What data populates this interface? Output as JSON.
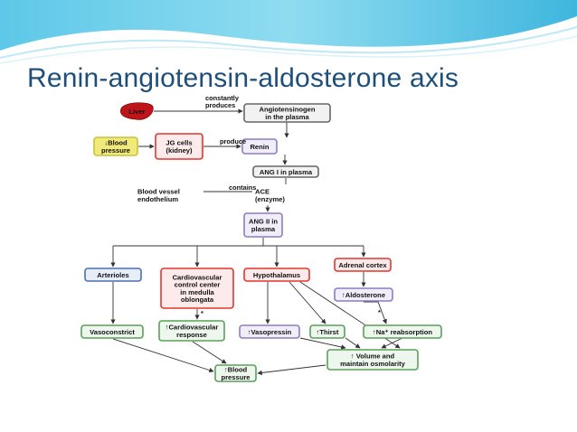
{
  "title": "Renin-angiotensin-aldosterone axis",
  "colors": {
    "title": "#1f4e79",
    "liver": "#c0141b",
    "red_node": "#e2362f",
    "purple_node": "#8f7cc3",
    "green_node": "#5aa05a",
    "blue_node": "#4a6fb3",
    "yellow_node": "#f0ea7a",
    "gray_node": "#666666"
  },
  "nodes": [
    {
      "id": "liver",
      "lines": [
        "Liver"
      ],
      "style": "liver"
    },
    {
      "id": "angiotensinogen",
      "lines": [
        "Angiotensinogen",
        "in the plasma"
      ],
      "style": "gray"
    },
    {
      "id": "blood-pressure-low",
      "lines": [
        "↓Blood",
        "pressure"
      ],
      "style": "yellow"
    },
    {
      "id": "jg-cells",
      "lines": [
        "JG cells",
        "(kidney)"
      ],
      "style": "red"
    },
    {
      "id": "renin",
      "lines": [
        "Renin"
      ],
      "style": "purple"
    },
    {
      "id": "ang-i",
      "lines": [
        "ANG I in plasma"
      ],
      "style": "gray"
    },
    {
      "id": "blood-vessel-endothelium",
      "lines": [
        "Blood vessel",
        "endothelium"
      ],
      "style": "plain"
    },
    {
      "id": "ace",
      "lines": [
        "ACE",
        "(enzyme)"
      ],
      "style": "plain"
    },
    {
      "id": "ang-ii",
      "lines": [
        "ANG II in",
        "plasma"
      ],
      "style": "purple"
    },
    {
      "id": "arterioles",
      "lines": [
        "Arterioles"
      ],
      "style": "blue"
    },
    {
      "id": "cardiovascular-control-center",
      "lines": [
        "Cardiovascular",
        "control center",
        "in medulla",
        "oblongata"
      ],
      "style": "red"
    },
    {
      "id": "hypothalamus",
      "lines": [
        "Hypothalamus"
      ],
      "style": "red"
    },
    {
      "id": "adrenal-cortex",
      "lines": [
        "Adrenal cortex"
      ],
      "style": "red"
    },
    {
      "id": "aldosterone",
      "lines": [
        "↑Aldosterone"
      ],
      "style": "purple"
    },
    {
      "id": "vasoconstrict",
      "lines": [
        "Vasoconstrict"
      ],
      "style": "green"
    },
    {
      "id": "cardiovascular-response",
      "lines": [
        "↑Cardiovascular",
        "response"
      ],
      "style": "green"
    },
    {
      "id": "vasopressin",
      "lines": [
        "↑Vasopressin"
      ],
      "style": "purple"
    },
    {
      "id": "thirst",
      "lines": [
        "↑Thirst"
      ],
      "style": "green"
    },
    {
      "id": "na-reabsorption",
      "lines": [
        "↑Na⁺ reabsorption"
      ],
      "style": "green"
    },
    {
      "id": "volume-osmolarity",
      "lines": [
        "↑ Volume and",
        "maintain osmolarity"
      ],
      "style": "green"
    },
    {
      "id": "blood-pressure-high",
      "lines": [
        "↑Blood",
        "pressure"
      ],
      "style": "green"
    }
  ],
  "edge_labels": [
    {
      "id": "constantly-produces",
      "lines": [
        "constantly",
        "produces"
      ]
    },
    {
      "id": "produce",
      "lines": [
        "produce"
      ]
    },
    {
      "id": "contains",
      "lines": [
        "contains"
      ]
    },
    {
      "id": "star-cardiovascular",
      "lines": [
        "*"
      ]
    },
    {
      "id": "star-aldosterone",
      "lines": [
        "*"
      ]
    }
  ]
}
